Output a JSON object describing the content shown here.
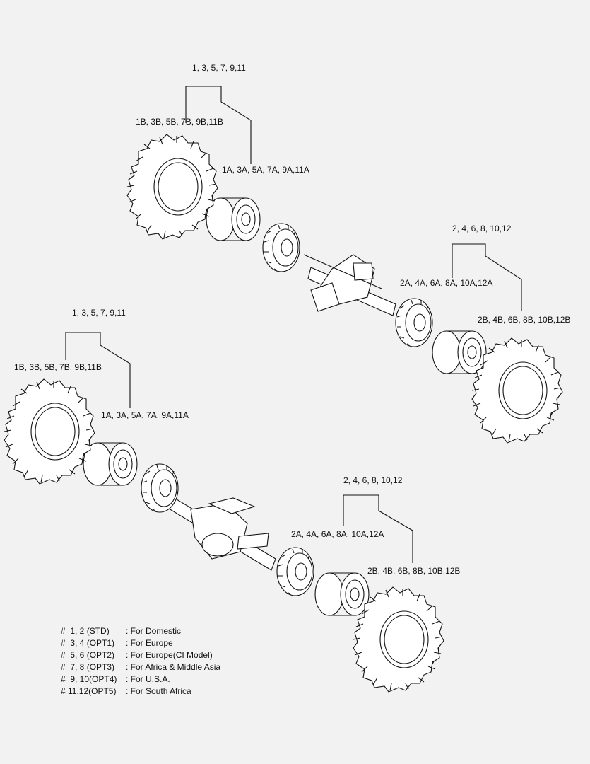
{
  "callouts": {
    "rear_left_group": "1, 3, 5, 7, 9,11",
    "rear_left_tire": "1B, 3B, 5B, 7B, 9B,11B",
    "rear_left_rim": "1A, 3A, 5A, 7A, 9A,11A",
    "rear_right_group": "2, 4, 6, 8, 10,12",
    "rear_right_rim": "2A, 4A, 6A, 8A, 10A,12A",
    "rear_right_tire": "2B, 4B, 6B, 8B, 10B,12B",
    "front_left_group": "1, 3, 5, 7, 9,11",
    "front_left_tire": "1B, 3B, 5B, 7B, 9B,11B",
    "front_left_rim": "1A, 3A, 5A, 7A, 9A,11A",
    "front_right_group": "2, 4, 6, 8, 10,12",
    "front_right_rim": "2A, 4A, 6A, 8A, 10A,12A",
    "front_right_tire": "2B, 4B, 6B, 8B, 10B,12B"
  },
  "legend": [
    {
      "code": "#  1, 2 (STD)",
      "desc": ": For Domestic"
    },
    {
      "code": "#  3, 4 (OPT1)",
      "desc": ": For Europe"
    },
    {
      "code": "#  5, 6 (OPT2)",
      "desc": ": For Europe(CI Model)"
    },
    {
      "code": "#  7, 8 (OPT3)",
      "desc": ": For Africa & Middle Asia"
    },
    {
      "code": "#  9, 10(OPT4)",
      "desc": ": For U.S.A."
    },
    {
      "code": "# 11,12(OPT5)",
      "desc": ": For South Africa"
    }
  ]
}
